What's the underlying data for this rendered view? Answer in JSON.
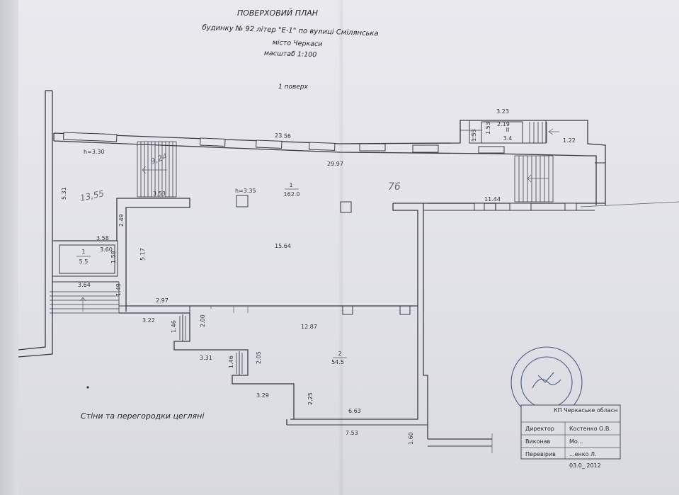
{
  "header": {
    "title": "ПОВЕРХОВИЙ ПЛАН",
    "line1": "будинку № 92 літер \"Е-1\" по вулиці Смілянська",
    "line2": "місто Черкаси",
    "line3": "масштаб 1:100",
    "floor": "1 поверх"
  },
  "note": "Стіни та перегородки цегляні",
  "rooms": {
    "main_hall": {
      "number": "1",
      "area": "162.0",
      "height": "h=3.35"
    },
    "left_room": {
      "height": "h=3.30"
    },
    "small_room": {
      "number": "1",
      "area": "5.5"
    },
    "room_2": {
      "number": "2",
      "area": "54.5"
    },
    "top_right_room": {
      "number": "II",
      "area": "3.4"
    }
  },
  "dimensions": {
    "top_wall": "23.56",
    "right_top_width": "3.23",
    "top_room_w": "2.19",
    "top_room_h": "1.53",
    "top_room_h2": "1.53",
    "right_offset": "1.22",
    "overall": "29.97",
    "left_side": "5.31",
    "stair_left": "3.53",
    "wall_249": "2.49",
    "room_358": "3.58",
    "room_360": "3.60",
    "room_158": "1.58",
    "hall_517": "5.17",
    "hall_1564": "15.64",
    "hall_1144": "11.44",
    "dim_364": "3.64",
    "dim_149": "1.49",
    "dim_297": "2.97",
    "dim_322": "3.22",
    "dim_146": "1.46",
    "dim_200": "2.00",
    "dim_1287": "12.87",
    "dim_331": "3.31",
    "dim_146b": "1.46",
    "dim_205": "2.05",
    "dim_329": "3.29",
    "dim_225": "2.25",
    "dim_663": "6.63",
    "dim_753": "7.53",
    "dim_160": "1.60"
  },
  "pencil_notes": {
    "left": "13,55",
    "stair": "9,24",
    "right": "76"
  },
  "title_block": {
    "org": "КП Черкаське обласне об'єднане бюро технічної інвентаризації",
    "rows": [
      {
        "role": "Директор",
        "name": "Костенко О.В."
      },
      {
        "role": "Виконав",
        "name": "Мо..."
      },
      {
        "role": "Перевірив",
        "name": "...енко Л."
      }
    ],
    "date": "03.0_.2012"
  },
  "colors": {
    "paper": "#e4e4eb",
    "ink": "#3a3a46",
    "stamp": "#4a5a86"
  }
}
